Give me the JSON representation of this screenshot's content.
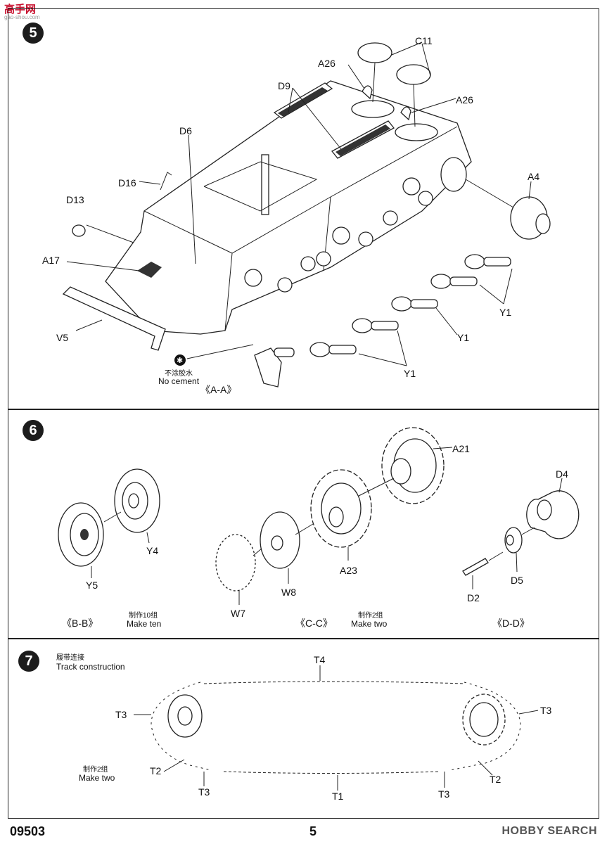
{
  "header": {
    "logo_text": "高手网",
    "logo_sub": "gao-shou.com"
  },
  "step5": {
    "number": "5",
    "labels": {
      "c11": "C11",
      "a26_top": "A26",
      "a26_right": "A26",
      "d9": "D9",
      "d6": "D6",
      "d16": "D16",
      "d13": "D13",
      "a17": "A17",
      "a4": "A4",
      "v5": "V5",
      "y1_a": "Y1",
      "y1_b": "Y1",
      "y1_c": "Y1"
    },
    "no_cement_cn": "不涂胶水",
    "no_cement_en": "No cement",
    "view": "《A-A》"
  },
  "step6": {
    "number": "6",
    "labels": {
      "a21": "A21",
      "d4": "D4",
      "y4": "Y4",
      "y5": "Y5",
      "a23": "A23",
      "w8": "W8",
      "d5": "D5",
      "d2": "D2",
      "w7": "W7"
    },
    "view_bb": "《B-B》",
    "make_bb_cn": "制作10组",
    "make_bb_en": "Make ten",
    "view_cc": "《C-C》",
    "make_cc_cn": "制作2组",
    "make_cc_en": "Make two",
    "view_dd": "《D-D》"
  },
  "step7": {
    "number": "7",
    "title_cn": "履带连接",
    "title_en": "Track construction",
    "make_cn": "制作2组",
    "make_en": "Make two",
    "labels": {
      "t4": "T4",
      "t3_left": "T3",
      "t3_right": "T3",
      "t2_left": "T2",
      "t2_right": "T2",
      "t3_bl": "T3",
      "t1": "T1",
      "t3_br": "T3"
    }
  },
  "footer": {
    "code": "09503",
    "page": "5",
    "watermark": "HOBBY SEARCH"
  }
}
